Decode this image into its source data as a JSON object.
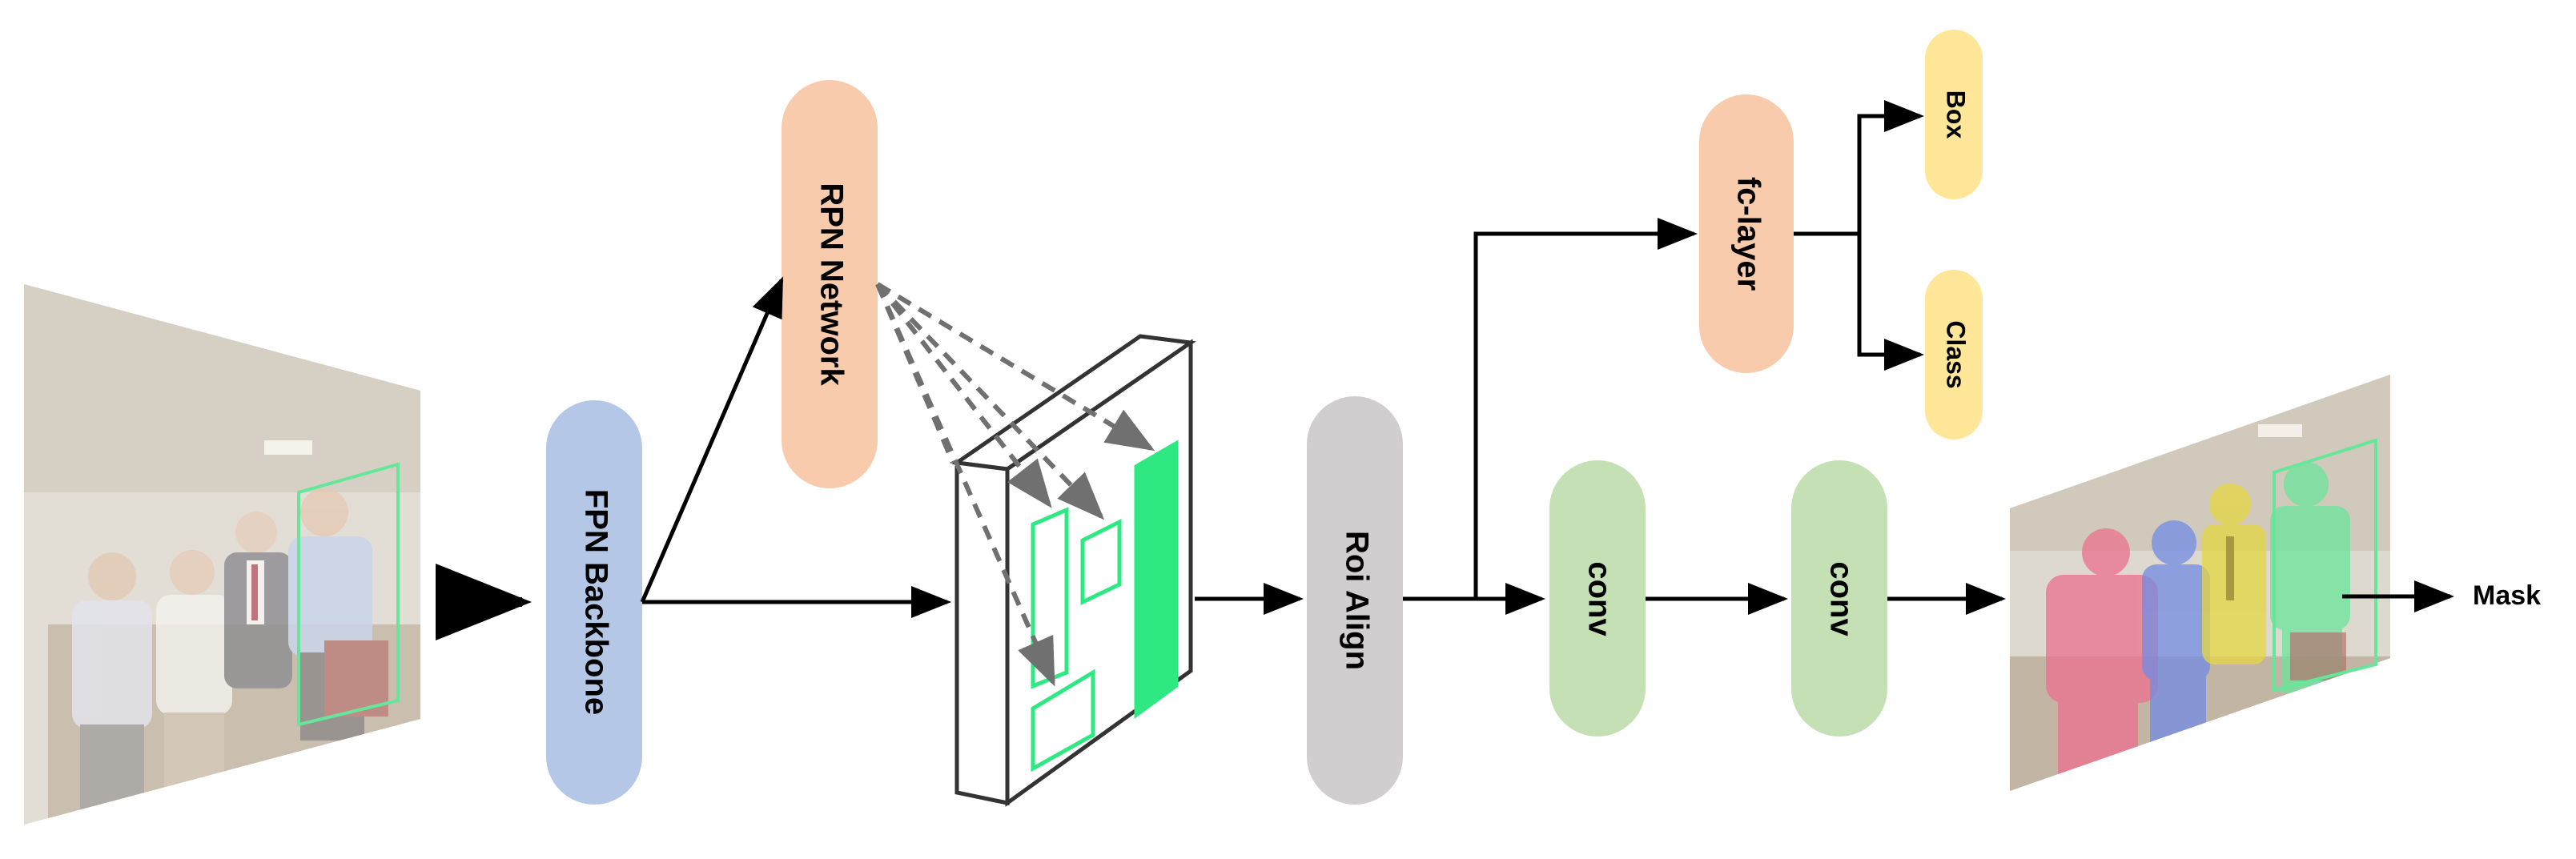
{
  "nodes": {
    "fpn_backbone": {
      "label": "FPN Backbone",
      "color": "#b4c7e7"
    },
    "rpn_network": {
      "label": "RPN Network",
      "color": "#f8cbad"
    },
    "roi_align": {
      "label": "Roi Align",
      "color": "#d0cece"
    },
    "fc_layer": {
      "label": "fc-layer",
      "color": "#f8cbad"
    },
    "box": {
      "label": "Box",
      "color": "#ffe699"
    },
    "class": {
      "label": "Class",
      "color": "#ffe699"
    },
    "conv1": {
      "label": "conv",
      "color": "#c5e0b4"
    },
    "conv2": {
      "label": "conv",
      "color": "#c5e0b4"
    }
  },
  "output_label": "Mask",
  "colors": {
    "proposal_green": "#2ee882",
    "dashed_arrow": "#707070",
    "mask_red": "#e8587a",
    "mask_blue": "#5a78e0",
    "mask_yellow": "#e0d020",
    "mask_green": "#50e08a"
  }
}
